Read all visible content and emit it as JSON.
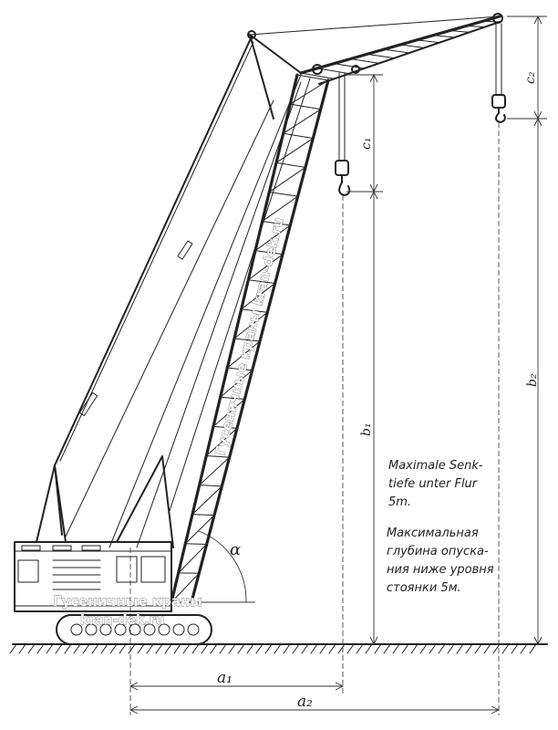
{
  "labels": {
    "a1": "a₁",
    "a2": "a₂",
    "b1": "b₁",
    "b2": "b₂",
    "c1": "c₁",
    "c2": "c₂",
    "alpha": "α"
  },
  "notes": {
    "german": [
      "Maximale Senk-",
      "tiefe unter Flur",
      "5m."
    ],
    "russian": [
      "Максимальная",
      "глубина опуска-",
      "ния ниже уровня",
      "стоянки 5м."
    ]
  },
  "watermark": {
    "boom_text": "Гусеничные краны   kran-dek.ru",
    "cab_line1": "Гусеничные краны",
    "cab_line2": "kran-dek.ru"
  },
  "colors": {
    "ink": "#222222",
    "paper": "#ffffff"
  }
}
